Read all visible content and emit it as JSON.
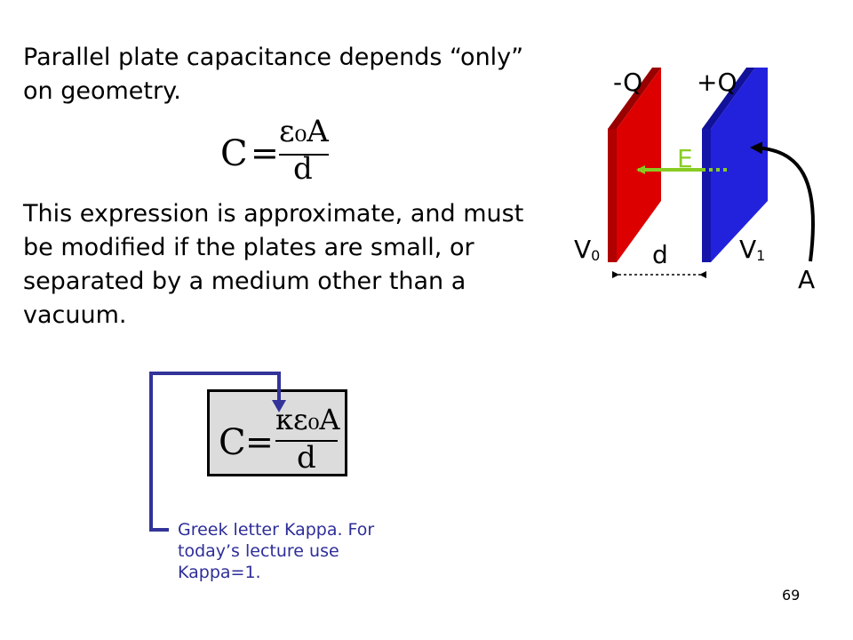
{
  "slide": {
    "title": "Parallel plate capacitance depends “only” on geometry.",
    "paragraph": "This expression is approximate, and must be modified if the plates are small, or separated by a medium other than a vacuum.",
    "note": "Greek letter Kappa. For today’s lecture use Kappa=1.",
    "slide_number": "69"
  },
  "formula1": {
    "lhs": "C",
    "eq": "=",
    "numerator": "ε₀A",
    "denominator": "d"
  },
  "formula2": {
    "lhs": "C",
    "eq": "=",
    "numerator": "κε₀A",
    "denominator": "d"
  },
  "diagram": {
    "neg_label": "-Q",
    "pos_label": "+Q",
    "field_label": "E",
    "v0_base": "V",
    "v0_sub": "0",
    "v1_base": "V",
    "v1_sub": "1",
    "gap_label": "d",
    "area_label": "A",
    "colors": {
      "neg_plate": "#dd0000",
      "pos_plate": "#2222dd",
      "field": "#88cc22",
      "connector": "#333399",
      "formula_box": "#dcdcdc"
    }
  }
}
